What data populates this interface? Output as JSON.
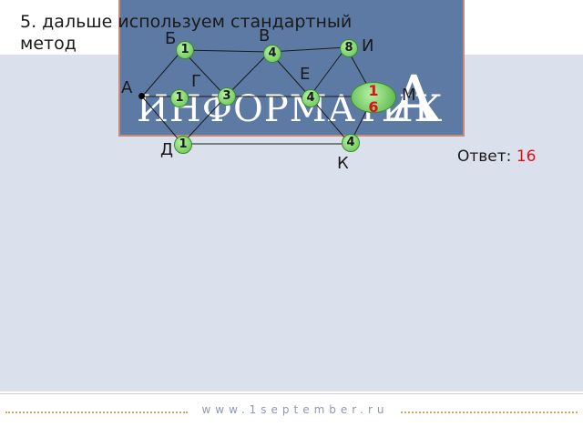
{
  "slide": {
    "heading_line1": "5. дальше используем стандартный",
    "heading_line2": "метод",
    "banner_title": "ИНФОРМАТИК",
    "banner_letter": "А",
    "footer_url": "www.1september.ru"
  },
  "graph": {
    "vertices": {
      "A": "А",
      "B": "Б",
      "V": "В",
      "I": "И",
      "E": "Е",
      "G": "Г",
      "M": "М",
      "D": "Д",
      "K": "К"
    },
    "weights": {
      "B": "1",
      "V": "4",
      "I": "8",
      "G1": "1",
      "G3": "3",
      "E": "4",
      "M_line1": "1",
      "M_line2": "6",
      "D": "1",
      "K": "4"
    }
  },
  "answer": {
    "label": "Ответ:",
    "value": "16"
  },
  "colors": {
    "accent_red": "#e0101a",
    "badge_green": "#5cc24a",
    "banner_blue": "#5c7aa3"
  }
}
